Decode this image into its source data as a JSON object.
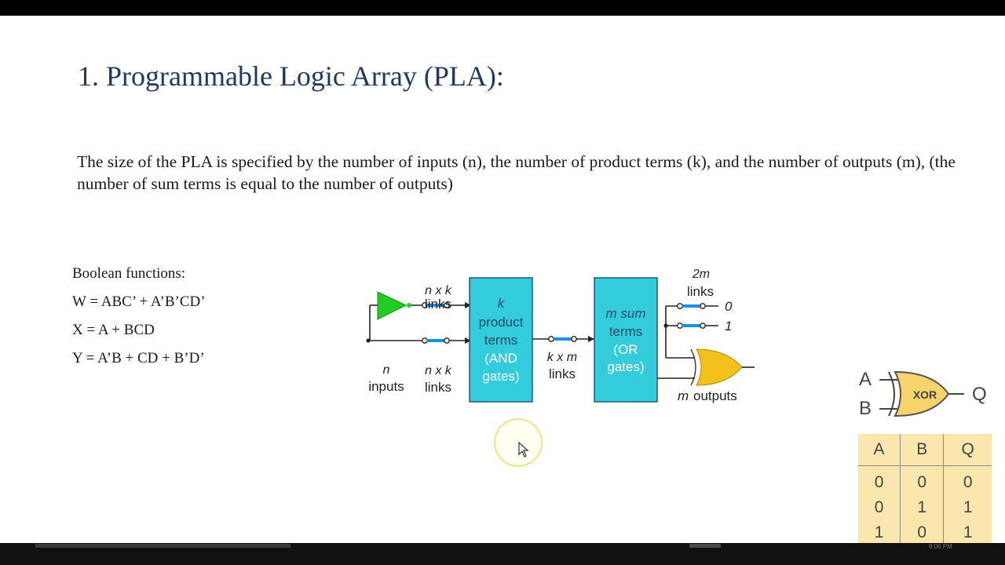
{
  "slide": {
    "title": "1. Programmable Logic Array (PLA):",
    "description": "The size of the PLA is specified by the number of inputs (n), the number of product terms (k), and the number of outputs (m), (the number of sum terms is equal to the number of outputs)",
    "boolean_functions": {
      "heading": "Boolean functions:",
      "lines": [
        "W = ABC’ + A’B’CD’",
        "X = A + BCD",
        "Y = A’B + CD + B’D’"
      ]
    }
  },
  "pla_diagram": {
    "input_label_var": "n",
    "input_label": "inputs",
    "nxk_top_a": "n x k",
    "nxk_top_b": "links",
    "nxk_bottom_a": "n x k",
    "nxk_bottom_b": "links",
    "and_block": [
      "k",
      "product",
      "terms",
      "(AND",
      "gates)"
    ],
    "kxm_a": "k x m",
    "kxm_b": "links",
    "or_block": [
      "m sum",
      "terms",
      "(OR",
      "gates)"
    ],
    "links_2m_a": "2m",
    "links_2m_b": "links",
    "const_0": "0",
    "const_1": "1",
    "outputs_var": "m",
    "outputs_label": "outputs",
    "colors": {
      "block": "#33ccdd",
      "block_text_dark": "#234a66",
      "block_text_light": "#ffffff",
      "buffer": "#22cc22",
      "or_gate": "#f2c21b",
      "link": "#1e8fe0"
    }
  },
  "xor_diagram": {
    "input_a": "A",
    "input_b": "B",
    "gate_label": "XOR",
    "output": "Q",
    "colors": {
      "gate": "#f7d36b"
    }
  },
  "truth_table": {
    "headers": [
      "A",
      "B",
      "Q"
    ],
    "rows": [
      [
        "0",
        "0",
        "0"
      ],
      [
        "0",
        "1",
        "1"
      ],
      [
        "1",
        "0",
        "1"
      ]
    ],
    "colors": {
      "background": "#fbe6ad"
    }
  },
  "taskbar": {
    "clock": "8:06 PM"
  }
}
